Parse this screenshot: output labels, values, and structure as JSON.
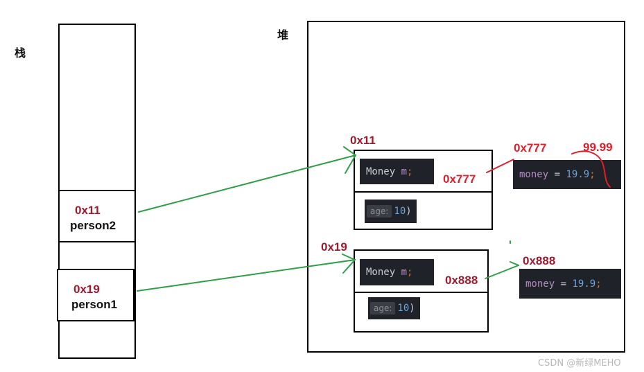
{
  "labels": {
    "stack": "栈",
    "heap": "堆"
  },
  "stack_frames": [
    {
      "address": "0x11",
      "name": "person2"
    },
    {
      "address": "0x19",
      "name": "person1"
    }
  ],
  "heap_objects": [
    {
      "address": "0x11",
      "field_type": "Money",
      "field_name": "m",
      "field_semicolon": ";",
      "field_ref": "0x777",
      "age_hint": "age:",
      "age_value": "10",
      "age_tail": ")"
    },
    {
      "address": "0x19",
      "field_type": "Money",
      "field_name": "m",
      "field_semicolon": ";",
      "field_ref": "0x888",
      "age_hint": "age:",
      "age_value": "10",
      "age_tail": ")"
    }
  ],
  "money_objects": [
    {
      "address": "0x777",
      "field": "money",
      "op": "=",
      "value": "19.9",
      "semicolon": ";",
      "new_value": "99.99"
    },
    {
      "address": "0x888",
      "field": "money",
      "op": "=",
      "value": "19.9",
      "semicolon": ";"
    }
  ],
  "watermark": "CSDN @新绿MEHO",
  "colors": {
    "arrow_green": "#2e9e47",
    "arrow_red": "#e01f2a",
    "address_dark_red": "#9b1c2e",
    "address_red": "#e01f2a",
    "code_bg": "#1f2228"
  }
}
